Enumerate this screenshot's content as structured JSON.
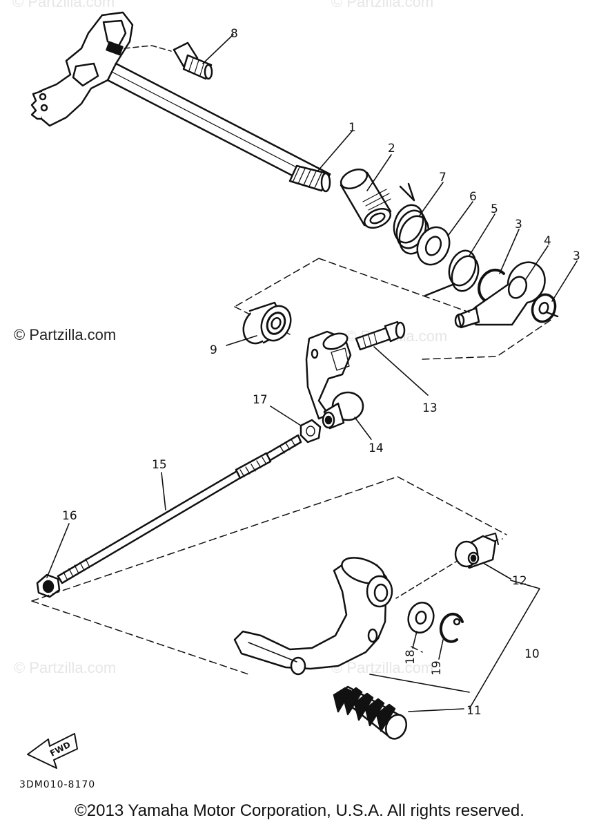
{
  "watermarks": {
    "top_left": "© Partzilla.com",
    "top_right": "© Partzilla.com",
    "mid_left": "© Partzilla.com",
    "mid_center": "© Partzilla.com",
    "bottom_left": "© Partzilla.com",
    "bottom_center": "© Partzilla.com"
  },
  "callouts": {
    "c1": "1",
    "c2": "2",
    "c3a": "3",
    "c3b": "3",
    "c4": "4",
    "c5": "5",
    "c6": "6",
    "c7": "7",
    "c8": "8",
    "c9": "9",
    "c10": "10",
    "c11": "11",
    "c12": "12",
    "c13": "13",
    "c14": "14",
    "c15": "15",
    "c16": "16",
    "c17": "17",
    "c18": "18",
    "c19": "19"
  },
  "fwd_label": "FWD",
  "part_code": "3DM010-8170",
  "copyright": "©2013 Yamaha Motor Corporation, U.S.A. All rights reserved.",
  "colors": {
    "ink": "#111111",
    "watermark": "#e6e6e6",
    "background": "#ffffff"
  }
}
